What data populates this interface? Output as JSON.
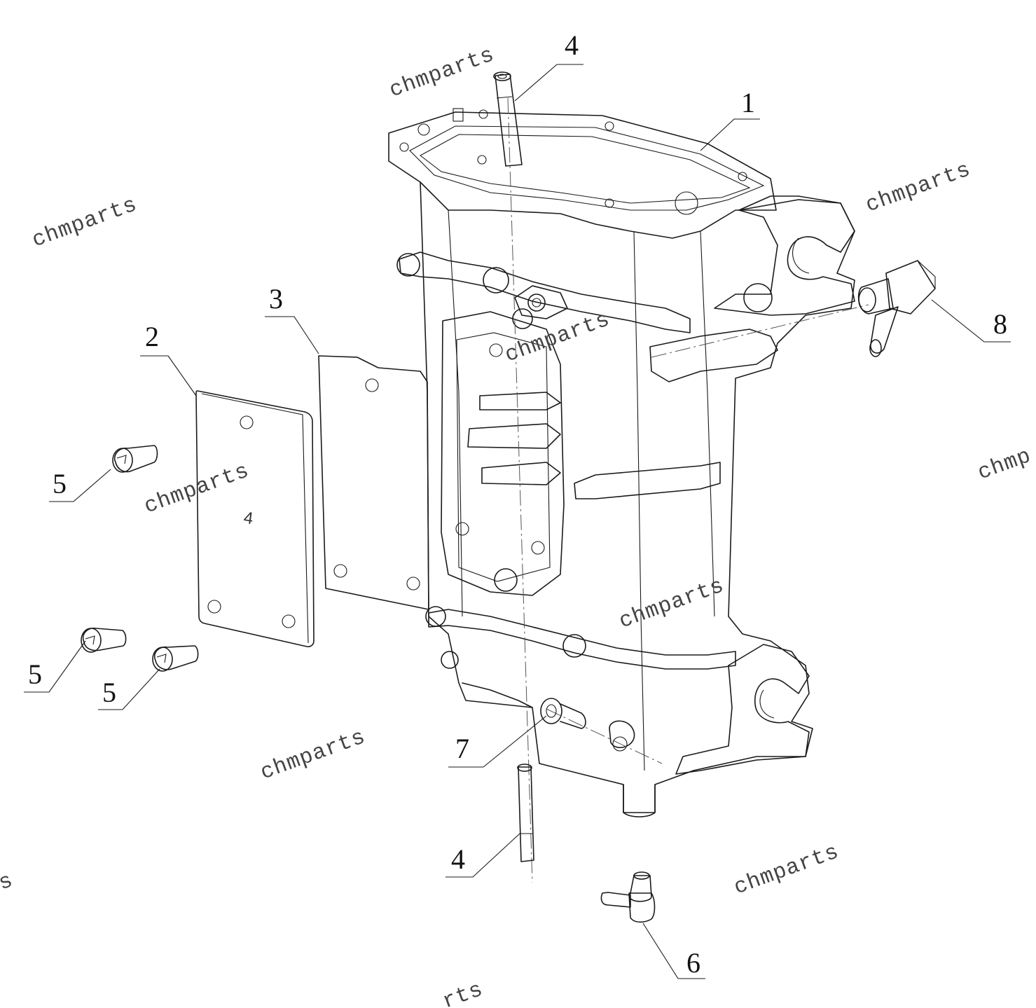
{
  "diagram": {
    "callouts": [
      {
        "id": "c4-top",
        "label": "4"
      },
      {
        "id": "c1",
        "label": "1"
      },
      {
        "id": "c3",
        "label": "3"
      },
      {
        "id": "c2",
        "label": "2"
      },
      {
        "id": "c8",
        "label": "8"
      },
      {
        "id": "c5-a",
        "label": "5"
      },
      {
        "id": "c5-b",
        "label": "5"
      },
      {
        "id": "c5-c",
        "label": "5"
      },
      {
        "id": "c7",
        "label": "7"
      },
      {
        "id": "c4-bottom",
        "label": "4"
      },
      {
        "id": "c6",
        "label": "6"
      }
    ],
    "plate_mark": "4",
    "watermark": "chmparts",
    "watermark_partial_right": "chmp",
    "watermark_partial_left": "s",
    "watermark_partial_bottom": "rts"
  }
}
